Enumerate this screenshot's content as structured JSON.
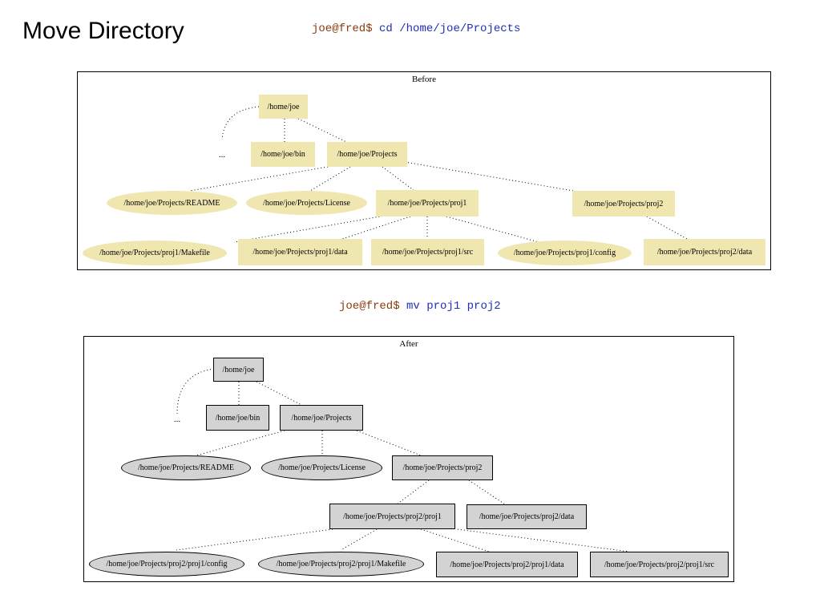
{
  "title": "Move Directory",
  "command1": {
    "prompt": "joe@fred$",
    "command": "cd /home/joe/Projects"
  },
  "command2": {
    "prompt": "joe@fred$",
    "command": "mv proj1 proj2"
  },
  "before": {
    "title": "Before",
    "fill_color": "#f0e6b0",
    "nodes": {
      "home": "/home/joe",
      "ellipsis": "...",
      "bin": "/home/joe/bin",
      "projects": "/home/joe/Projects",
      "readme": "/home/joe/Projects/README",
      "license": "/home/joe/Projects/License",
      "proj1": "/home/joe/Projects/proj1",
      "proj2": "/home/joe/Projects/proj2",
      "makefile": "/home/joe/Projects/proj1/Makefile",
      "p1data": "/home/joe/Projects/proj1/data",
      "p1src": "/home/joe/Projects/proj1/src",
      "p1config": "/home/joe/Projects/proj1/config",
      "p2data": "/home/joe/Projects/proj2/data"
    }
  },
  "after": {
    "title": "After",
    "fill_color": "#d3d3d3",
    "nodes": {
      "home": "/home/joe",
      "ellipsis": "...",
      "bin": "/home/joe/bin",
      "projects": "/home/joe/Projects",
      "readme": "/home/joe/Projects/README",
      "license": "/home/joe/Projects/License",
      "proj2": "/home/joe/Projects/proj2",
      "proj2proj1": "/home/joe/Projects/proj2/proj1",
      "p2data": "/home/joe/Projects/proj2/data",
      "config": "/home/joe/Projects/proj2/proj1/config",
      "makefile": "/home/joe/Projects/proj2/proj1/Makefile",
      "p1data": "/home/joe/Projects/proj2/proj1/data",
      "p1src": "/home/joe/Projects/proj2/proj1/src"
    }
  }
}
